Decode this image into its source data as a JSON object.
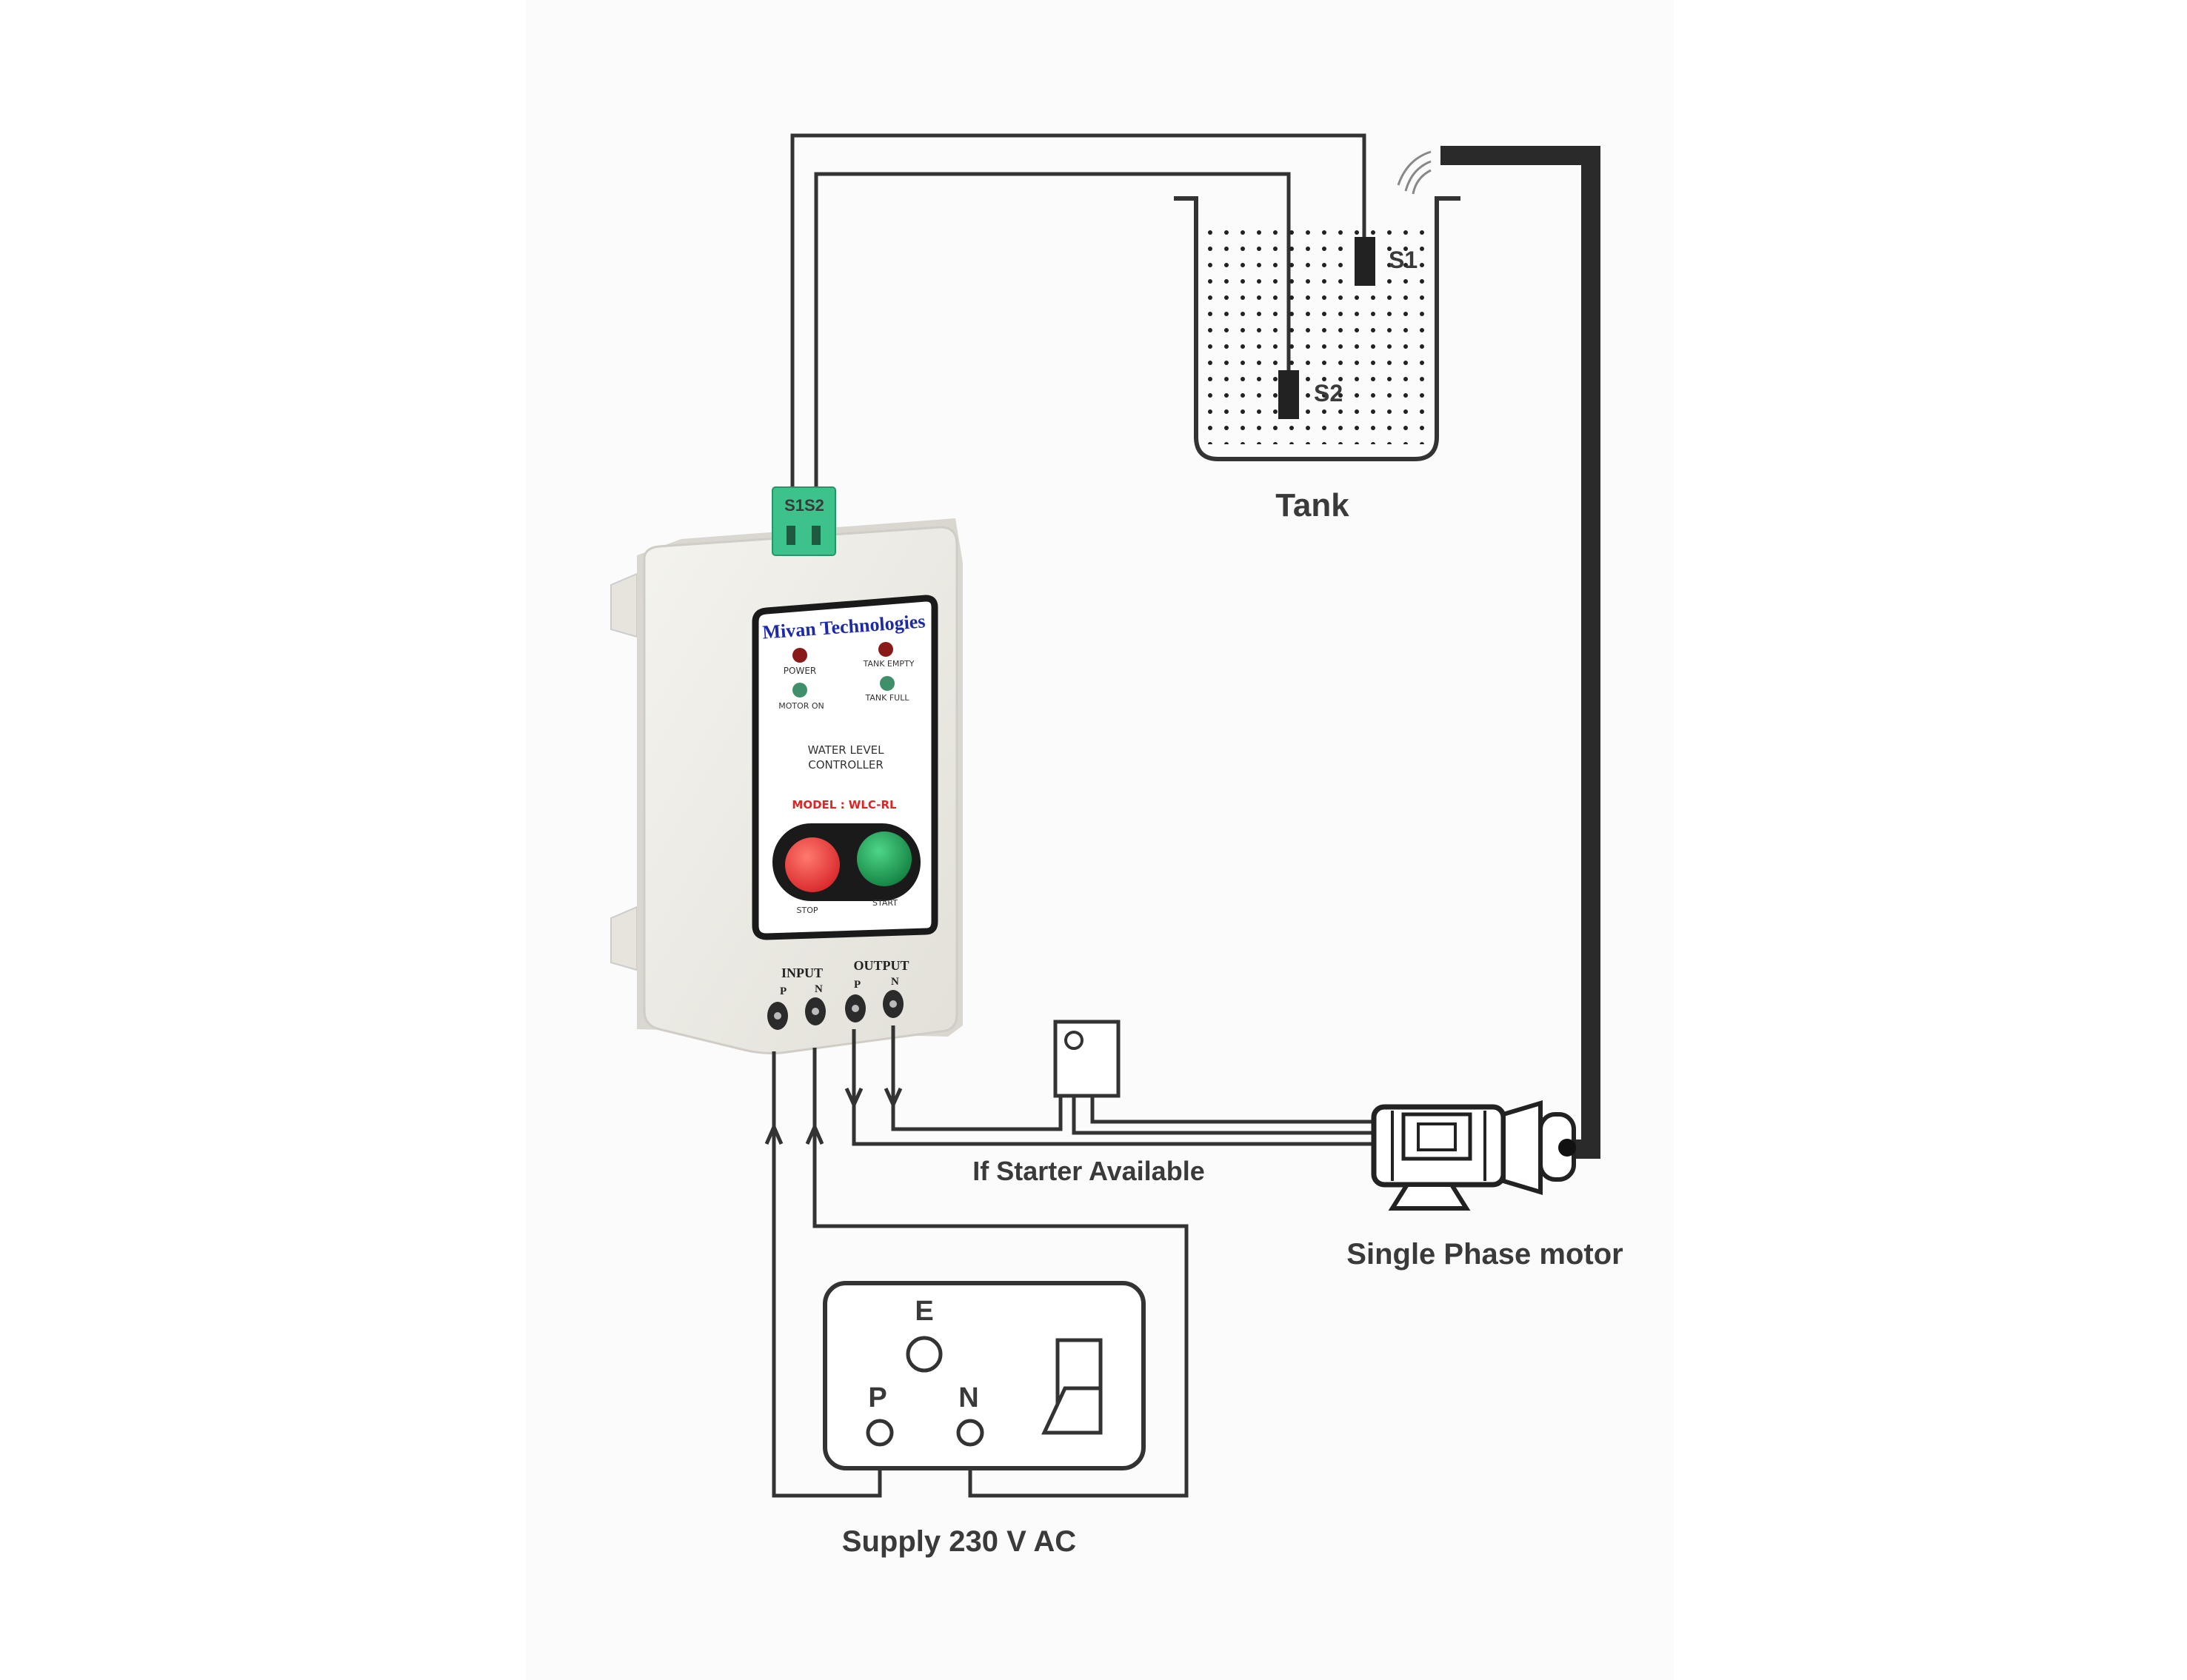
{
  "diagram": {
    "labels": {
      "tank": "Tank",
      "sensor_s1": "S1",
      "sensor_s2": "S2",
      "connector": "S1S2",
      "starter": "If Starter Available",
      "motor": "Single Phase motor",
      "supply": "Supply 230 V AC",
      "socket_e": "E",
      "socket_p": "P",
      "socket_n": "N"
    },
    "controller": {
      "brand": "Mivan Technologies",
      "led_power": "POWER",
      "led_motor_on": "MOTOR ON",
      "led_tank_empty": "TANK EMPTY",
      "led_tank_full": "TANK FULL",
      "title_line1": "WATER LEVEL",
      "title_line2": "CONTROLLER",
      "model": "MODEL : WLC-RL",
      "stop_label": "STOP",
      "start_label": "START",
      "input_label": "INPUT",
      "output_label": "OUTPUT",
      "input_p": "P",
      "input_n": "N",
      "output_p": "P",
      "output_n": "N"
    },
    "colors": {
      "wire": "#333333",
      "stop_button": "#e8393a",
      "start_button": "#1f9a55",
      "connector": "#3cc28a",
      "brand_text": "#1d2aa8",
      "model_text": "#e02424"
    }
  }
}
